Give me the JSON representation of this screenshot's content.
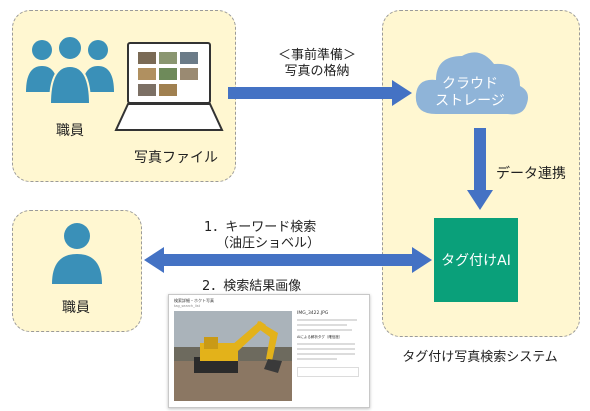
{
  "staff_top": {
    "label": "職員",
    "file_label": "写真ファイル"
  },
  "arrow_top": {
    "line1": "＜事前準備＞",
    "line2": "写真の格納"
  },
  "cloud": {
    "line1": "クラウド",
    "line2": "ストレージ"
  },
  "link_label": "データ連携",
  "tag_ai": {
    "label": "タグ付けAI"
  },
  "system_label": "タグ付け写真検索システム",
  "search_arrow": {
    "line1": "1．キーワード検索",
    "line2": "（油圧ショベル）"
  },
  "result_arrow": {
    "label": "2．検索結果画像"
  },
  "staff_bottom": {
    "label": "職員"
  },
  "result_screen": {
    "title": "検索詳細・ホクト写真",
    "subtitle": "tag_search_list",
    "file_name": "IMG_3422.JPG",
    "section": "AIによる解析タグ（確信度）"
  },
  "colors": {
    "person": "#3a90b8",
    "arrow": "#4472c4",
    "cloud": "#8fb4d8",
    "ai_box": "#0aa07a",
    "box_fill": "#fff7d1"
  }
}
